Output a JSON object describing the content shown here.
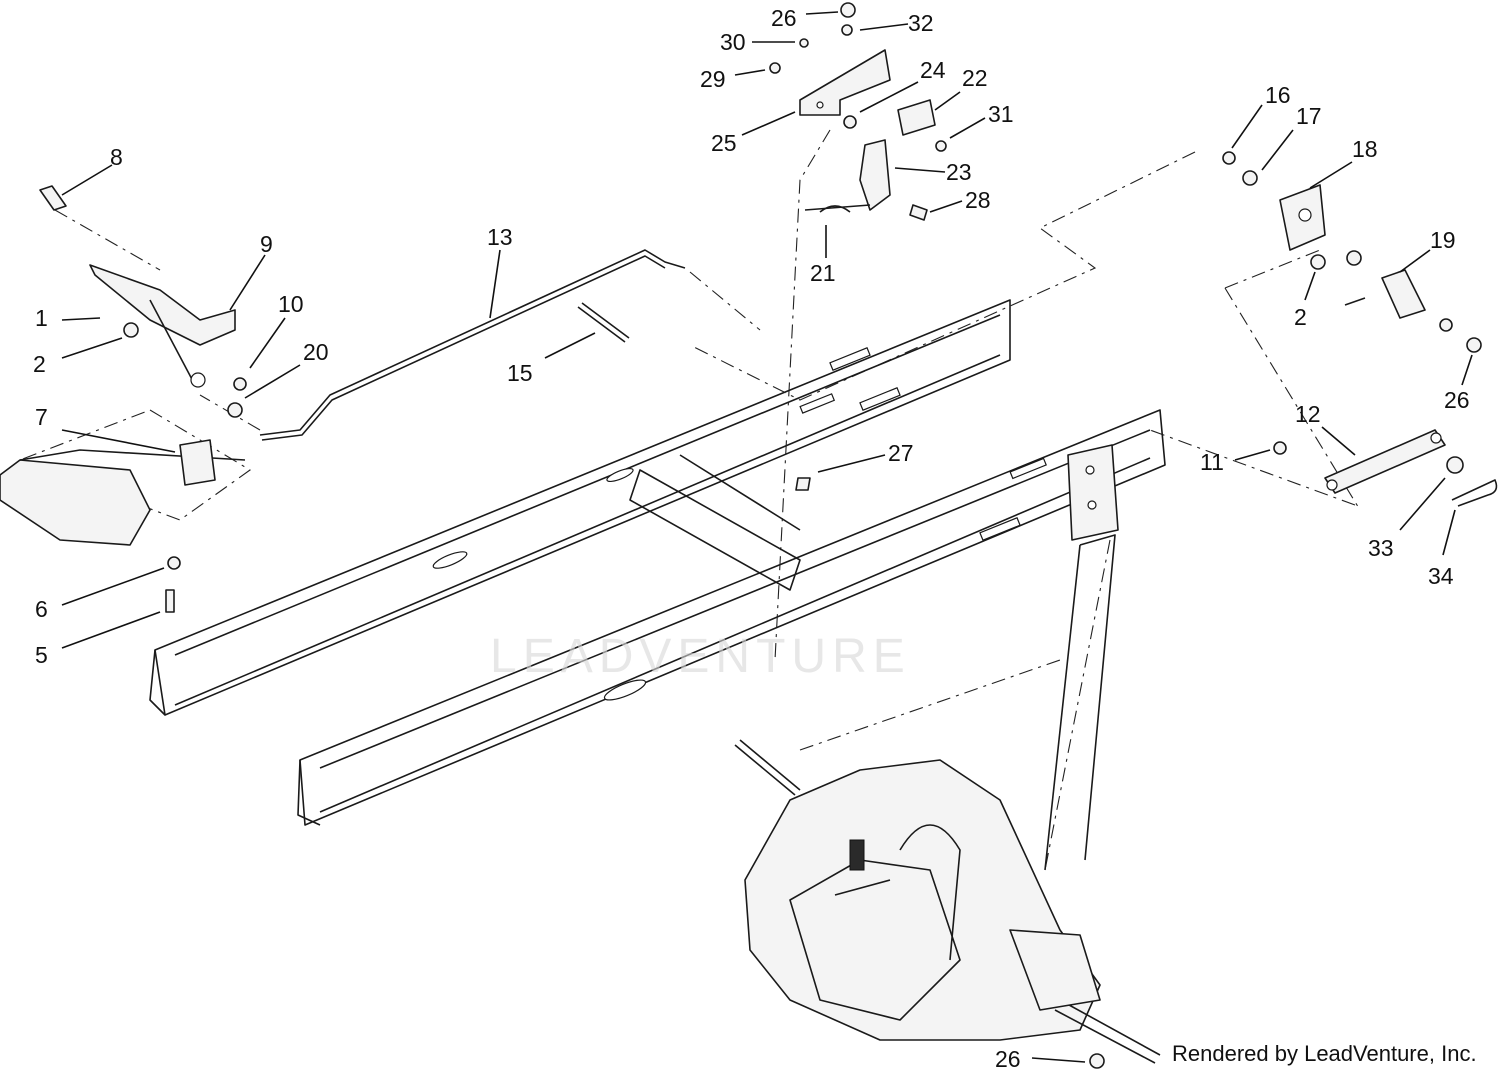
{
  "diagram": {
    "credit": "Rendered by LeadVenture, Inc.",
    "watermark": "LEADVENTURE",
    "callouts": [
      {
        "id": "1",
        "label": "1"
      },
      {
        "id": "2a",
        "label": "2"
      },
      {
        "id": "2b",
        "label": "2"
      },
      {
        "id": "5",
        "label": "5"
      },
      {
        "id": "6",
        "label": "6"
      },
      {
        "id": "7",
        "label": "7"
      },
      {
        "id": "8",
        "label": "8"
      },
      {
        "id": "9",
        "label": "9"
      },
      {
        "id": "10",
        "label": "10"
      },
      {
        "id": "11",
        "label": "11"
      },
      {
        "id": "12",
        "label": "12"
      },
      {
        "id": "13",
        "label": "13"
      },
      {
        "id": "15",
        "label": "15"
      },
      {
        "id": "16",
        "label": "16"
      },
      {
        "id": "17",
        "label": "17"
      },
      {
        "id": "18",
        "label": "18"
      },
      {
        "id": "19",
        "label": "19"
      },
      {
        "id": "20",
        "label": "20"
      },
      {
        "id": "21",
        "label": "21"
      },
      {
        "id": "22",
        "label": "22"
      },
      {
        "id": "23",
        "label": "23"
      },
      {
        "id": "24",
        "label": "24"
      },
      {
        "id": "25",
        "label": "25"
      },
      {
        "id": "26a",
        "label": "26"
      },
      {
        "id": "26b",
        "label": "26"
      },
      {
        "id": "26c",
        "label": "26"
      },
      {
        "id": "27",
        "label": "27"
      },
      {
        "id": "28",
        "label": "28"
      },
      {
        "id": "29",
        "label": "29"
      },
      {
        "id": "30",
        "label": "30"
      },
      {
        "id": "31",
        "label": "31"
      },
      {
        "id": "32",
        "label": "32"
      },
      {
        "id": "33",
        "label": "33"
      },
      {
        "id": "34",
        "label": "34"
      }
    ]
  }
}
